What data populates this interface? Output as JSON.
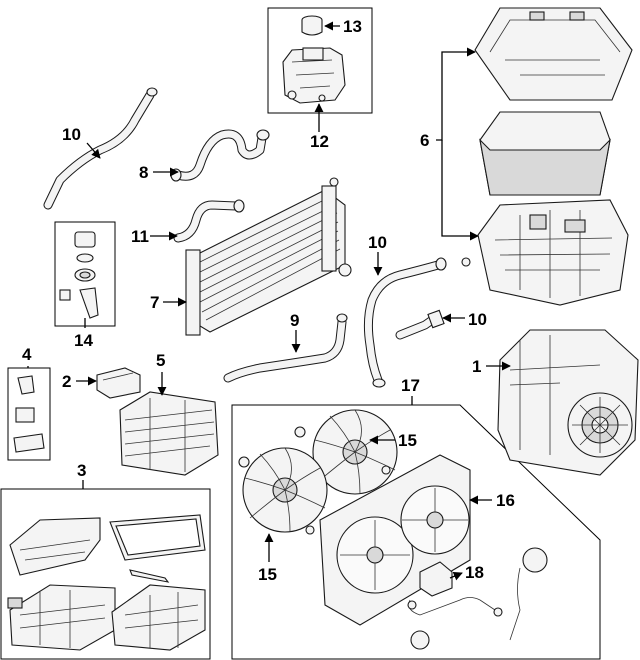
{
  "callouts": {
    "c1": "1",
    "c2": "2",
    "c3": "3",
    "c4": "4",
    "c5": "5",
    "c6": "6",
    "c7": "7",
    "c8": "8",
    "c9": "9",
    "c10a": "10",
    "c10b": "10",
    "c10c": "10",
    "c11": "11",
    "c12": "12",
    "c13": "13",
    "c14": "14",
    "c15a": "15",
    "c15b": "15",
    "c16": "16",
    "c17": "17",
    "c18": "18"
  },
  "colors": {
    "line": "#1a1a1a",
    "fill": "#f4f4f4",
    "shade": "#d9d9d9",
    "background": "#ffffff"
  }
}
